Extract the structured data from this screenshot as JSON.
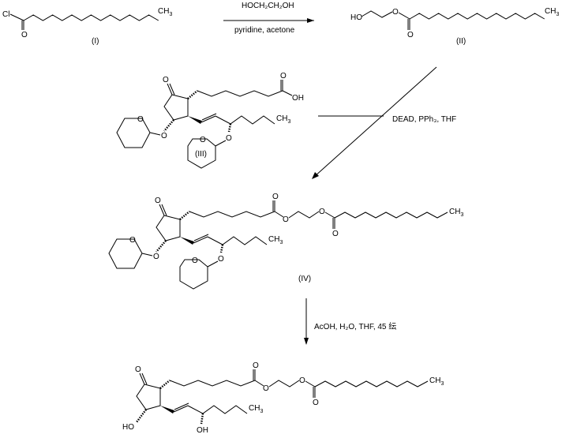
{
  "compounds": {
    "i": {
      "label": "(I)"
    },
    "ii": {
      "label": "(II)"
    },
    "iii": {
      "label": "(III)"
    },
    "iv": {
      "label": "(IV)"
    }
  },
  "steps": [
    {
      "reagent_above": "HOCH₂CH₂OH",
      "reagent_below": "pyridine, acetone"
    },
    {
      "reagent": "DEAD, PPh₃, THF"
    },
    {
      "reagent": "AcOH, H₂O, THF, 45 纭"
    }
  ],
  "colors": {
    "ink": "#000000",
    "background": "#ffffff"
  }
}
